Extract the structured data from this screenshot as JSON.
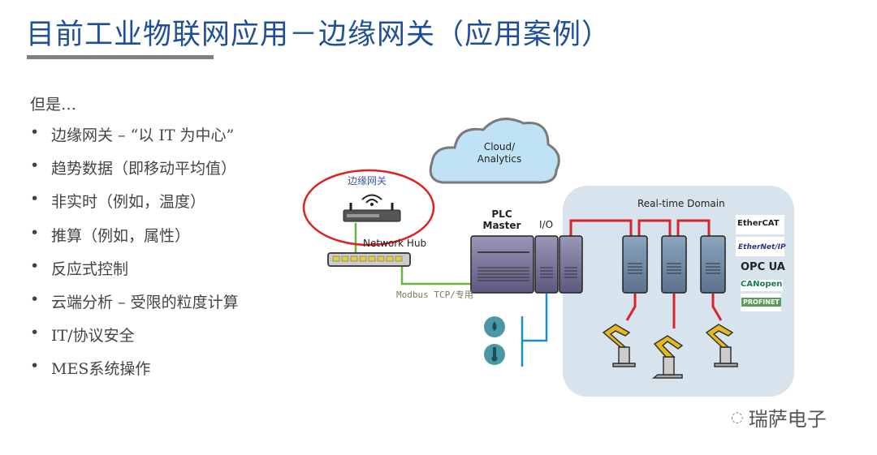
{
  "title": "目前工业物联网应用－边缘网关（应用案例）",
  "intro": "但是…",
  "bullets": [
    "边缘网关 – “以 IT 为中心”",
    "趋势数据（即移动平均值）",
    "非实时（例如，温度）",
    "推算（例如，属性）",
    "反应式控制",
    "云端分析 – 受限的粒度计算",
    "IT/协议安全",
    "MES系统操作"
  ],
  "diagram": {
    "cloud": "Cloud/ Analytics",
    "cloud_l1": "Cloud/",
    "cloud_l2": "Analytics",
    "edge_gateway": "边缘网关",
    "network_hub": "Network Hub",
    "plc_l1": "PLC",
    "plc_l2": "Master",
    "io": "I/O",
    "modbus": "Modbus TCP/专用",
    "realtime": "Real-time Domain",
    "protocols": [
      "EtherCAT",
      "EtherNet/IP",
      "OPC UA",
      "CANopen",
      "PROFINET"
    ]
  },
  "watermark": "瑞萨电子",
  "colors": {
    "title": "#1f4e9a",
    "highlight": "#e02020",
    "realtime_bus": "#d8232a",
    "ethernet": "#6cb33f",
    "sensor_bus": "#1b8fc9"
  }
}
